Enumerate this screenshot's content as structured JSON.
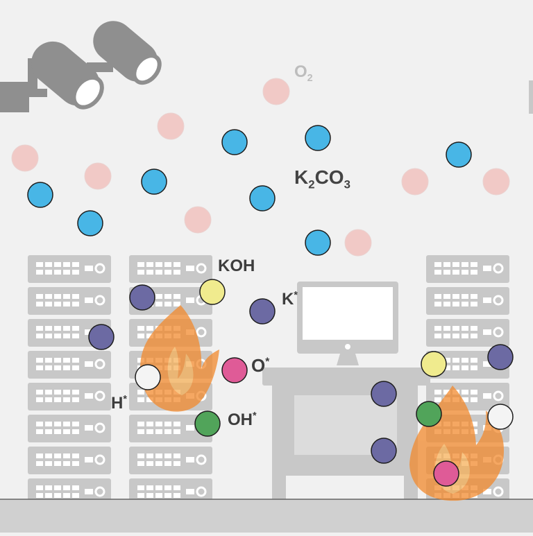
{
  "labels": {
    "o2": {
      "main": "O",
      "sub": "2"
    },
    "k2co3": {
      "p1": "K",
      "s1": "2",
      "p2": "CO",
      "s2": "3"
    },
    "koh": "KOH",
    "k_star": {
      "main": "K",
      "sup": "*"
    },
    "o_star": {
      "main": "O",
      "sup": "*"
    },
    "h_star": {
      "main": "H",
      "sup": "*"
    },
    "oh_star": {
      "main": "OH",
      "sup": "*"
    }
  },
  "colors": {
    "background": "#f1f1f1",
    "equipment_gray": "#c8c8c8",
    "camera_gray": "#8f8f8f",
    "floor": "#d0d0d0",
    "o2_pink": "#f1c9c6",
    "k2co3_blue": "#48b6e6",
    "k_purple": "#6c6aa3",
    "koh_yellow": "#f0eb8e",
    "o_magenta": "#df5b97",
    "h_white": "#f4f4f4",
    "oh_green": "#51a45a",
    "fire_orange": "#f28a2e"
  },
  "icons": [
    "security-camera-icon",
    "server-rack-icon",
    "monitor-icon",
    "desk-icon",
    "fire-icon"
  ]
}
